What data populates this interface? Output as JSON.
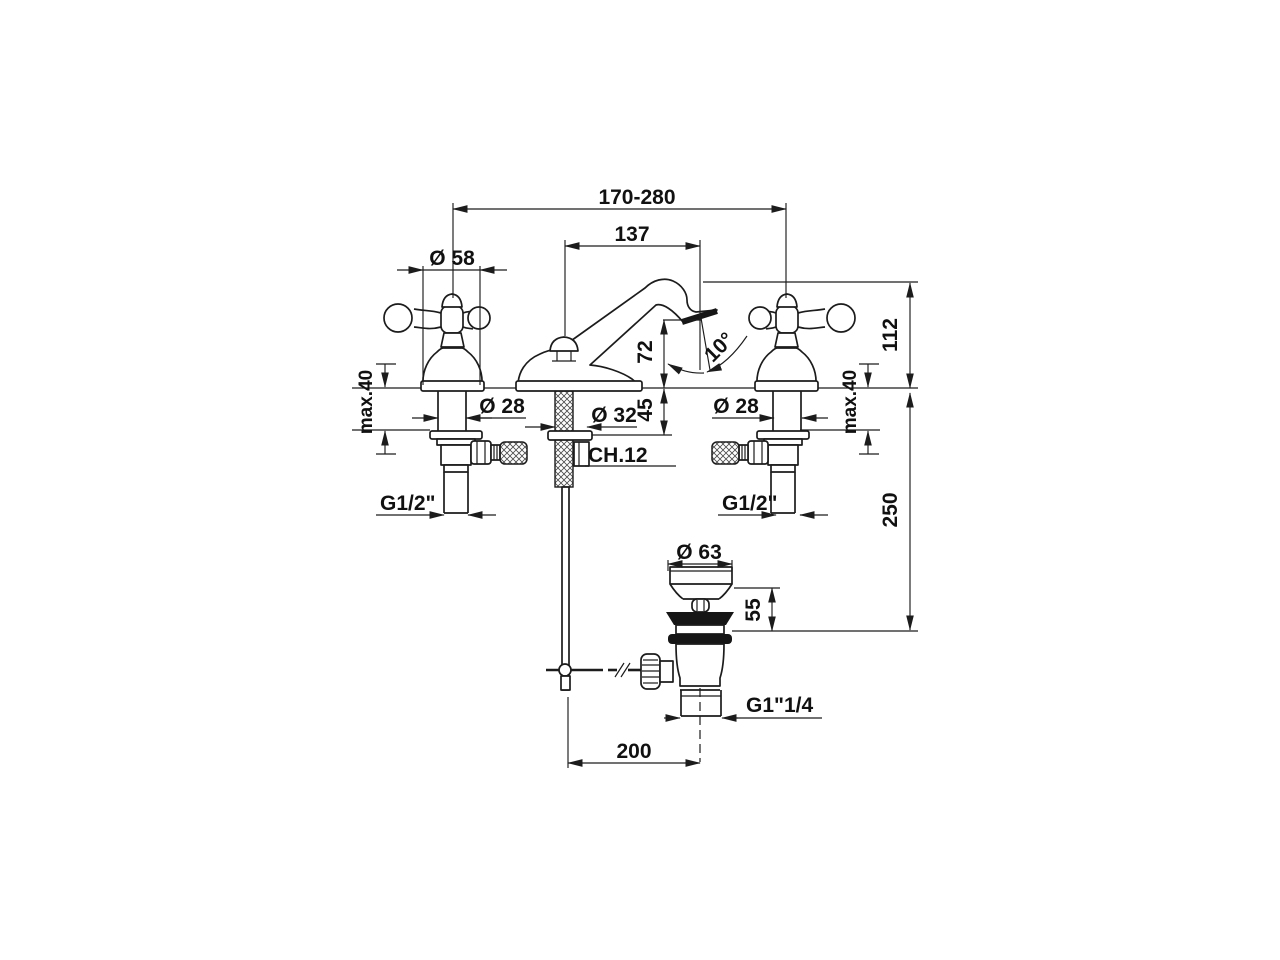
{
  "drawing": {
    "background": "#ffffff",
    "line_color": "#1c1c1c",
    "labels": {
      "center_spread": "170-280",
      "spout_reach": "137",
      "handle_base_diameter": "Ø 58",
      "height_to_spout_top": "112",
      "spout_outlet_height": "72",
      "spout_angle": "10°",
      "shank_below_deck": "45",
      "max_deck_thickness_left": "max.40",
      "max_deck_thickness_right": "max.40",
      "handle_hole_diameter_left": "Ø 28",
      "handle_hole_diameter_right": "Ø 28",
      "spout_hole_diameter": "Ø 32",
      "rod_wrench_size": "CH.12",
      "supply_thread_left": "G1/2\"",
      "supply_thread_right": "G1/2\"",
      "rod_length_below_deck": "250",
      "waste_flange_diameter": "Ø 63",
      "waste_height_below_deck": "55",
      "waste_thread": "G1\"1/4",
      "rod_to_waste_distance": "200"
    }
  }
}
